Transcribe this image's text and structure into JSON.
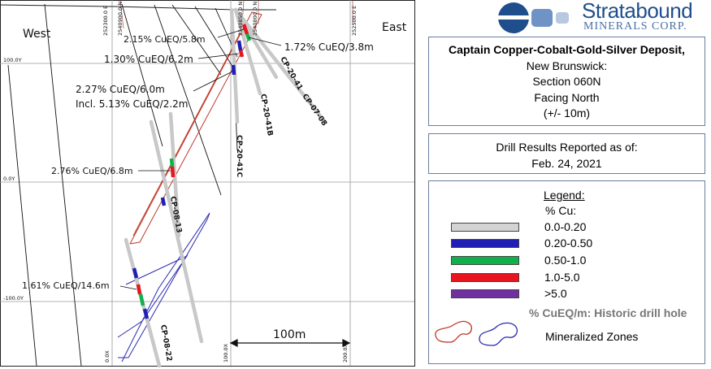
{
  "map": {
    "west_label": "West",
    "east_label": "East",
    "grid_left_labels": [
      "100.0Y",
      "0.0Y",
      "-100.0Y"
    ],
    "grid_bottom_labels": [
      "0.0X",
      "100.0X",
      "200.0X"
    ],
    "grid_top_labels": [
      "252300.0 E",
      "2540900.0 N",
      "2540850.0 N",
      "2540800.0 N",
      "252500.0 E"
    ],
    "scale_label": "100m",
    "intercepts": [
      "2.15% CuEQ/5.8m",
      "1.72% CuEQ/3.8m",
      "1.30% CuEQ/6.2m",
      "2.27% CuEQ/6.0m",
      "Incl. 5.13% CuEQ/2.2m",
      "2.76% CuEQ/6.8m",
      "1.61% CuEQ/14.6m"
    ],
    "holes": [
      "CP-20-41",
      "CP-07-08",
      "CP-20-41B",
      "CP-20-41C",
      "CP-08-13",
      "CP-08-22"
    ]
  },
  "logo": {
    "name": "Stratabound",
    "subtitle": "MINERALS CORP."
  },
  "title_box": {
    "title": "Captain Copper-Cobalt-Gold-Silver Deposit,",
    "lines": [
      "New Brunswick:",
      "Section 060N",
      "Facing North",
      "(+/- 10m)"
    ]
  },
  "date_box": {
    "line1": "Drill Results Reported as of:",
    "line2": "Feb. 24, 2021"
  },
  "legend": {
    "title": "Legend:",
    "subtitle": "% Cu:",
    "items": [
      {
        "range": "0.0-0.20",
        "color": "#d3d3d3"
      },
      {
        "range": "0.20-0.50",
        "color": "#1f1fb4"
      },
      {
        "range": "0.50-1.0",
        "color": "#10b04a"
      },
      {
        "range": "1.0-5.0",
        "color": "#e8141e"
      },
      {
        "range": ">5.0",
        "color": "#7030a0"
      }
    ],
    "historic_label": "% CuEQ/m: Historic drill hole",
    "zones_label": "Mineralized Zones"
  }
}
